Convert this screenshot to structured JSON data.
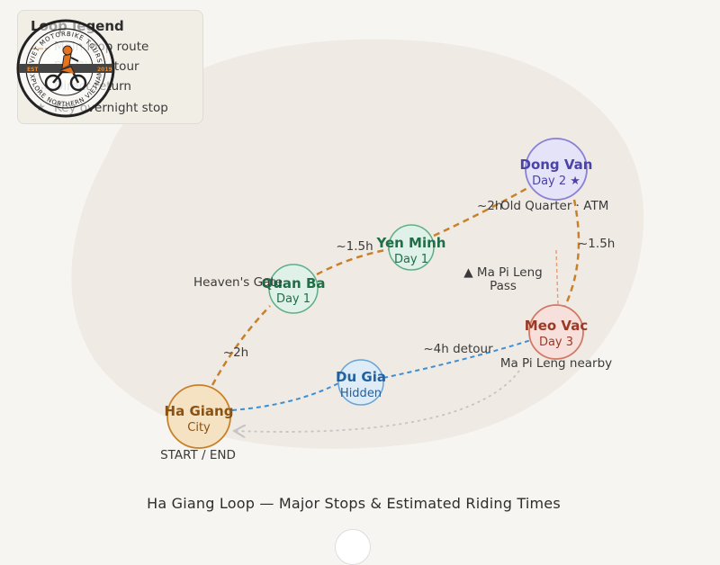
{
  "legend": {
    "title": "Loop legend",
    "items": [
      {
        "label": "Main loop route",
        "color": "#c8812a",
        "style": "dashed"
      },
      {
        "label": "Du Gia detour",
        "color": "#3b8fd6",
        "style": "dashed"
      },
      {
        "label": "Direct return",
        "color": "#bdbdbd",
        "style": "dotted"
      },
      {
        "label": "Key overnight stop",
        "color": "#555555",
        "style": "star"
      }
    ]
  },
  "logo": {
    "text_top": "VIET MOTORBIKE TOURS",
    "text_bottom": "EXPLORE NORTHERN VIETNAM",
    "est": "EST",
    "year": "2019"
  },
  "stops": [
    {
      "id": "ha-giang",
      "name": "Ha Giang",
      "sub": "City",
      "fill": "#f5e2c2",
      "stroke": "#c8812a",
      "text": "#8a5212"
    },
    {
      "id": "quan-ba",
      "name": "Quan Ba",
      "sub": "Day 1",
      "fill": "#dff1e8",
      "stroke": "#5fae86",
      "text": "#1f6e48"
    },
    {
      "id": "yen-minh",
      "name": "Yen Minh",
      "sub": "Day 1",
      "fill": "#dff1e8",
      "stroke": "#5fae86",
      "text": "#1f6e48"
    },
    {
      "id": "dong-van",
      "name": "Dong Van",
      "sub": "Day 2 ★",
      "fill": "#e5e3f7",
      "stroke": "#8a80d6",
      "text": "#4b43a6"
    },
    {
      "id": "meo-vac",
      "name": "Meo Vac",
      "sub": "Day 3",
      "fill": "#f7e0db",
      "stroke": "#d07a66",
      "text": "#9a3a26"
    },
    {
      "id": "du-gia",
      "name": "Du Gia",
      "sub": "Hidden",
      "fill": "#deecf8",
      "stroke": "#6aa3d6",
      "text": "#23609e"
    }
  ],
  "annotations": {
    "start_end": "START / END",
    "heavens_gate": "Heaven's Gate",
    "time_hg_qb": "~2h",
    "time_qb_ym": "~1.5h",
    "time_ym_dv": "~2h",
    "old_quarter": "Old Quarter · ATM",
    "time_dv_mv": "~1.5h",
    "pass_line1": "▲ Ma Pi Leng",
    "pass_line2": "Pass",
    "detour": "~4h detour",
    "ma_pi_leng_nearby": "Ma Pi Leng nearby"
  },
  "caption": "Ha Giang Loop — Major Stops & Estimated Riding Times",
  "colors": {
    "main_route": "#c8812a",
    "detour": "#3b8fd6",
    "return": "#bdbdbd",
    "pass_link": "#e8a07a",
    "background_blob": "#efebe4"
  }
}
